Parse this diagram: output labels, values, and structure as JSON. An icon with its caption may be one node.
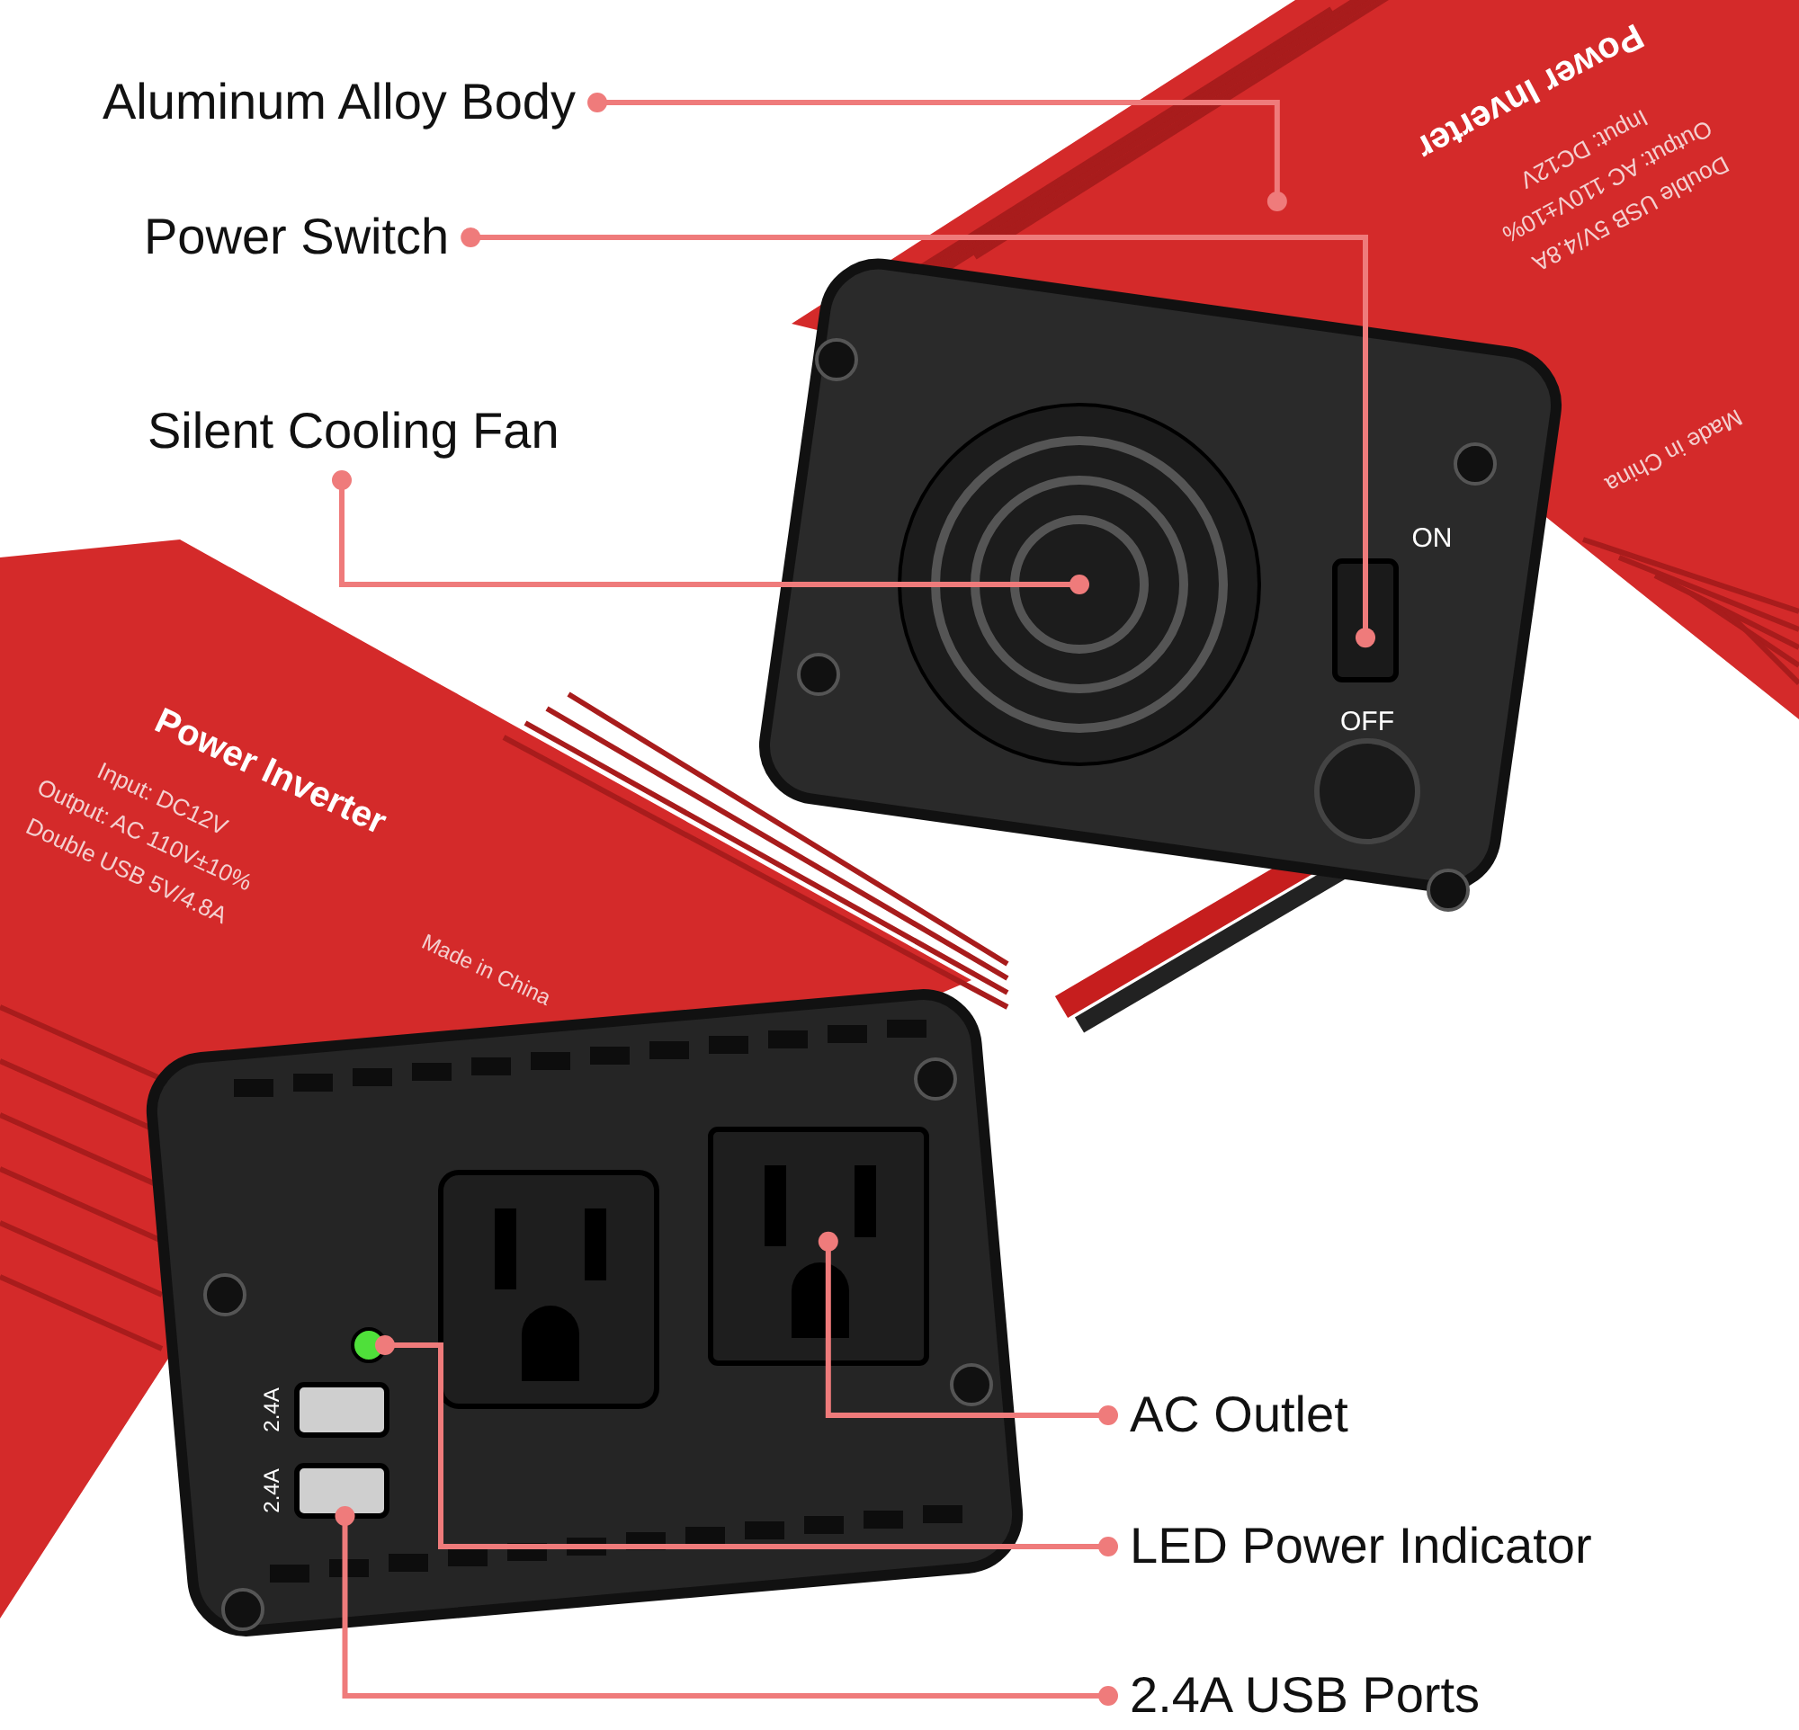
{
  "diagram": {
    "nodes": [
      {
        "text": [
          "Aluminum Alloy Body"
        ]
      },
      {
        "text": [
          "Power Switch"
        ]
      },
      {
        "text": [
          "Silent Cooling Fan"
        ]
      },
      {
        "text": [
          "AC Outlet"
        ]
      },
      {
        "text": [
          "LED Power Indicator"
        ]
      },
      {
        "text": [
          "2.4A USB Ports"
        ]
      },
      {
        "text": [],
        "shape": "picture"
      },
      {
        "text": [],
        "shape": "box"
      },
      {
        "text": [],
        "shape": "circle"
      },
      {
        "text": [],
        "shape": "box"
      },
      {
        "text": [],
        "shape": "circle"
      },
      {
        "text": [],
        "shape": "box",
        "beside": [
          "2.4A",
          "2.4A"
        ]
      }
    ],
    "edges": [
      {
        "from": 0,
        "to": 6,
        "arrow": "other"
      },
      {
        "from": 1,
        "to": 7,
        "arrow": "other"
      },
      {
        "from": 2,
        "to": 8,
        "arrow": "other"
      },
      {
        "from": 3,
        "to": 9,
        "arrow": "other"
      },
      {
        "from": 4,
        "to": 10,
        "arrow": "other"
      },
      {
        "from": 5,
        "to": 11,
        "arrow": "other"
      }
    ],
    "labels": [
      "Power Inverter",
      "Input: DC12V",
      "Output: AC 110V±10%",
      "Double USB 5V/4.8A",
      "Made in China",
      "ON",
      "OFF",
      "Power Inverter",
      "Input: DC12V",
      "Output: AC 110V±10%",
      "Double USB 5V/4.8A",
      "Made in China"
    ]
  }
}
